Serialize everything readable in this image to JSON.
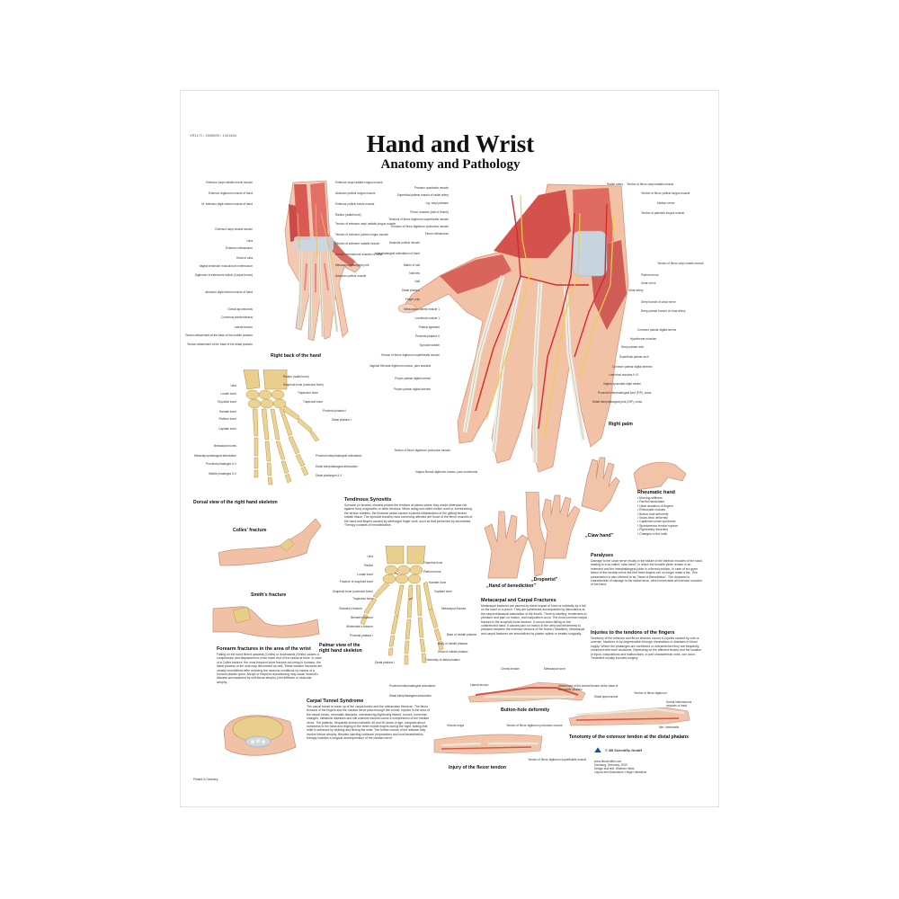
{
  "poster": {
    "ref_code": "VR1171 / 4006609 / 1001484",
    "title": "Hand and Wrist",
    "subtitle": "Anatomy and Pathology",
    "printed": "Printed in Germany"
  },
  "figures": {
    "back_of_hand": "Right back of the hand",
    "palm": "Right palm",
    "dorsal_skeleton": "Dorsal view of the right hand skeleton",
    "palmar_skeleton": "Palmar view of the right hand skeleton",
    "colles": "Colles' fracture",
    "smiths": "Smith's fracture",
    "buttonhole": "Button-hole deformity",
    "flexor_injury": "Injury of the flexor tendon",
    "tenotomy": "Tenotomy of the extensor tendon at the distal phalanx",
    "claw_hand": "„Claw hand\"",
    "dropwrist": "„Dropwrist\"",
    "benediction": "„Hand of benediction\""
  },
  "back_labels_left": [
    "Extensor carpi radialis brevis muscle",
    "Extensor digitorum muscle of hand",
    "M. extensor digiti minimi muscle of hand",
    "Extensor carpi ulnaris muscle",
    "Ulna",
    "Extensor retinaculum",
    "Head of ulna",
    "Vagina tendinum musculorum extensorum",
    "Digitorum et extensoris indicis (Carpal bones)",
    "Abductor digiti minimi muscle of hand",
    "Dorsal aponeurosis",
    "Connexus intertendineus",
    "Lateral tendon",
    "Tendon attachment at the base of the middle phalanx",
    "Tendon attachment at the base of the distal phalanx"
  ],
  "back_labels_right": [
    "Extensor carpi radialis longus muscle",
    "Abductor pollicis longus muscle",
    "Extensor pollicis brevis muscle",
    "Radius (radial bone)",
    "Tendon of extensor carpi radialis longus muscle",
    "Tendon of extensor pollicis longus muscle",
    "Tendon of extensor radialis muscle",
    "Dorsal interosseous muscles of hand",
    "Metacarpophalangeal joint",
    "Adductor pollicis muscle"
  ],
  "palm_labels_left": [
    "Pronator quadratus muscle",
    "Superficial palmar branch of radial artery",
    "Lig. carpi palmare",
    "Flexor muscles (ball of thumb)",
    "Tendons of flexor digitorum superficialis muscle",
    "Tendons of flexor digitorum profundus muscle",
    "Flexor retinaculum",
    "Abductor pollicis muscle",
    "Interphalangeal articulation of hand",
    "Matrix of nail",
    "Nail bed",
    "Nail",
    "Distal phalanx",
    "Finger pulp",
    "Metacarpus lateral muscle 1",
    "Lumbrical muscle 1",
    "Palmar ligament",
    "Proximal phalanx II",
    "Synovial sheath",
    "Tendon of flexor digitorum superficialis muscle",
    "Vaginae fibrosae digitorum manus, pars anularis",
    "Proper palmar digital nerves",
    "Proper palmar digital arteries",
    "Tendon of flexor digitorum profundus muscle",
    "Vagina fibrosa digitorum manus, pars cruciformis"
  ],
  "palm_labels_right": [
    "Radial artery",
    "Tendon of flexor carpi radialis muscle",
    "Tendon of flexor pollicis longus muscle",
    "Median nerve",
    "Tendon of palmaris longus muscle",
    "Tendon of flexor carpi ulnaris muscle",
    "Pisiform bone",
    "Ulnar nerve",
    "Ulnar artery",
    "Deep branch of ulnar nerve",
    "Deep palmar branch of ulnar artery",
    "Common palmar digital nerves",
    "Hypothenar muscles",
    "Deep palmar arch",
    "Superficial palmar arch",
    "Common palmar digital arteries",
    "Lumbrical muscles II-IV",
    "Vagina synovialis digiti minimi",
    "Proximal interphalangeal joint (PIP), cross",
    "Distal interphalangeal joint (DIP), cross"
  ],
  "skeleton_labels_left": [
    "Ulna",
    "Lunate bone",
    "Triquetral bone",
    "Hamate bone",
    "Pisiform bone",
    "Capitate bone",
    "Metacarpal bones",
    "Metacarpophalangeal articulation",
    "Proximal phalanges II-V",
    "Middle phalanges II-V"
  ],
  "skeleton_labels_right": [
    "Radius (radial bone)",
    "Scaphoid bone (navicular bone)",
    "Trapezium bone",
    "Trapezoid bone",
    "Proximal phalanx I",
    "Distal phalanx I",
    "Proximal interphalangeal articulation",
    "Distal interphalangeal articulation",
    "Distal phalanges II-V"
  ],
  "palmar_skel_left": [
    "Ulna",
    "Radius",
    "Lunate bone",
    "Fracture of scaphoid bone",
    "Scaphoid bone (navicular bone)",
    "Trapezium bone",
    "Bennett's fracture",
    "Winterstein's fracture",
    "Rolando's fracture",
    "Proximal phalanx I",
    "Distal phalanx I"
  ],
  "palmar_skel_right": [
    "Triquetral bone",
    "Pisiform bone",
    "Hamate bone",
    "Capitate bone",
    "Metacarpal fracture",
    "Base of middle phalanx",
    "Body of middle phalanx",
    "Head of middle phalanx",
    "Tuberosity of distal phalanx",
    "Proximal interphalangeal articulation",
    "Distal interphalangeal articulation"
  ],
  "sections": {
    "tendinous": {
      "heading": "Tendinous Synovitis",
      "text": "Synovial (or tendon) sheaths protect the tendons at places where they would otherwise rub against bony outgrowths or other tendons. When doing one-sided motion work or overstraining the tendon sheaths, the frictional stress causes a painful inflammation of the gliding tendon sheath tissue. The synovial sheaths most commonly affected are those of the flexor muscles of the hand and fingers caused by stereotype finger work, such as that performed by secretaries. Therapy consists of immobilization."
    },
    "forearm": {
      "heading": "Forearm fractures in the area of the wrist",
      "text": "Falling on the hand flexed upwards (Colles) or downwards (Smith) causes a compression and displacement of the lower end of the radius at bone. In case of a Colles fracture, the most frequent bone fracture occurring in humans, the distal process of the ulna may disconnect as well. These forearm fractures are usually immobilized after reducing the osseous conditions by means of a forearm plaster splint. Abrupt or frequent repositioning may cause Sudeck's disease accompanied by soft tissue atrophy, joint stiffness or muscular atrophy."
    },
    "carpal": {
      "heading": "Carpal Tunnel Syndrome",
      "text": "The carpal tunnel is made up of the carpal bones and the retinaculum flexorum. The flexor tendons of the fingers and the median nerve pass through this tunnel. Injuries in the area of the carpal bones, rheumatic diseases, overstraining (tightening tissue), tumors, hormonal changes, metabolic diseases and still unknown factors cause a compression of the median nerve. The patients, frequently women between 40 and 50 years of age, complain about numbness in the hand and tingling in the three middle fingers during the night, stating that relief is achieved by shaking and flexing the wrist. The further course of the disease may involve thenar atrophy. Besides injecting cortisone preparations and local anaesthetics, therapy includes a surgical decompression of the median nerve."
    },
    "metacarpal": {
      "heading": "Metacarpal and Carpal Fractures",
      "text": "Metacarpal fractures are caused by direct impact of force or indirectly by a fall on the hand or a punch. They are sometimes accompanied by dislocations at the carpometacarpal articulation of the thumb. There is swelling, tenderness to pressure and pain on motion, and malposition occur. The most common carpal fracture is the scaphoid bone fracture. It occurs when falling on the outstretched hand. It causes pain on motion in the wrist and tenderness to pressure between the extensor tendons of the thumb (Tabatière). Metacarpal and carpal fractures are immobilized by plaster splints or treated surgically."
    },
    "paralyses": {
      "heading": "Paralyses",
      "text": "Damage to the ulnar nerve results in the failure of the intrinsic muscles of the hand, leading to a so-called \"claw hand\", in which the knuckle joints remain in an extended and the interphalangeal joints in a flexed position. In case of an upper lesion of the median nerve the first three fingers can no longer make a fist. This presentation is also referred to as \"Hand of Benediction\". The dropwrist is characteristic of damage to the radial nerve, which innervates all extensor muscles of the hand."
    },
    "injuries": {
      "heading": "Injuries to the tendons of the fingers",
      "text": "Tenotomy of the extensor and flexor tendons occurs in injuries caused by cuts or overuse, fractures or by degeneration through rheumatism or diseases in blood supply. Where the phalanges are overflexed or overstretched they are frequently combined with bone avulsions. Depending on the affected tendon and the location of injury, malpositions and malfunctions, in part characteristic ones, can occur. Treatment usually includes surgery."
    }
  },
  "rheumatic": {
    "heading": "Rheumatic hand",
    "items": [
      "Morning stiffness",
      "Painful handshake",
      "Ulnar deviation of fingers",
      "Rheumatic nodules",
      "Button-hole deformity",
      "Swan-neck deformity",
      "Capitulum ulnae syndrome",
      "Spontaneous tendon rupture",
      "Pigmentary disorders",
      "Changes to the nails"
    ]
  },
  "tendon_labels": {
    "buttonhole": [
      "Central tendon",
      "Metacarpal bone",
      "Lateral tendon"
    ],
    "flexor": [
      "Vincula longa",
      "Tendon of flexor digitorum profundus muscle",
      "Tendon of flexor digitorum superficialis muscle"
    ],
    "tenotomy": [
      "Attachment of the central tendon at the base of the middle phalanx",
      "Distal aponeurosis",
      "Tendon of flexor digitorum",
      "Dorsal interosseous muscles of hand",
      "Mm. lumbricalis"
    ]
  },
  "publisher": {
    "name": "© 3B Scientific GmbH",
    "web": "www.3bscientific.com",
    "address": "Hamburg, Germany, 2003",
    "credits": "Design and text: Wolfram Heiss\nLayout and illustrations: Holger Vanselow"
  }
}
